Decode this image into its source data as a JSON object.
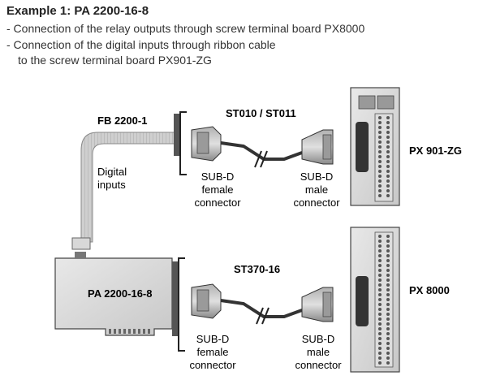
{
  "title": "Example 1: PA 2200-16-8",
  "bullets": [
    "- Connection of the relay outputs through screw terminal board PX8000",
    "- Connection of the digital inputs through ribbon cable",
    "to the screw terminal board PX901-ZG"
  ],
  "labels": {
    "fb": "FB 2200-1",
    "st_top": "ST010 / ST011",
    "digital": "Digital",
    "inputs": "inputs",
    "subd": "SUB-D",
    "female": "female",
    "male": "male",
    "connector": "connector",
    "px901": "PX 901-ZG",
    "st370": "ST370-16",
    "pa": "PA 2200-16-8",
    "px8000": "PX 8000"
  }
}
